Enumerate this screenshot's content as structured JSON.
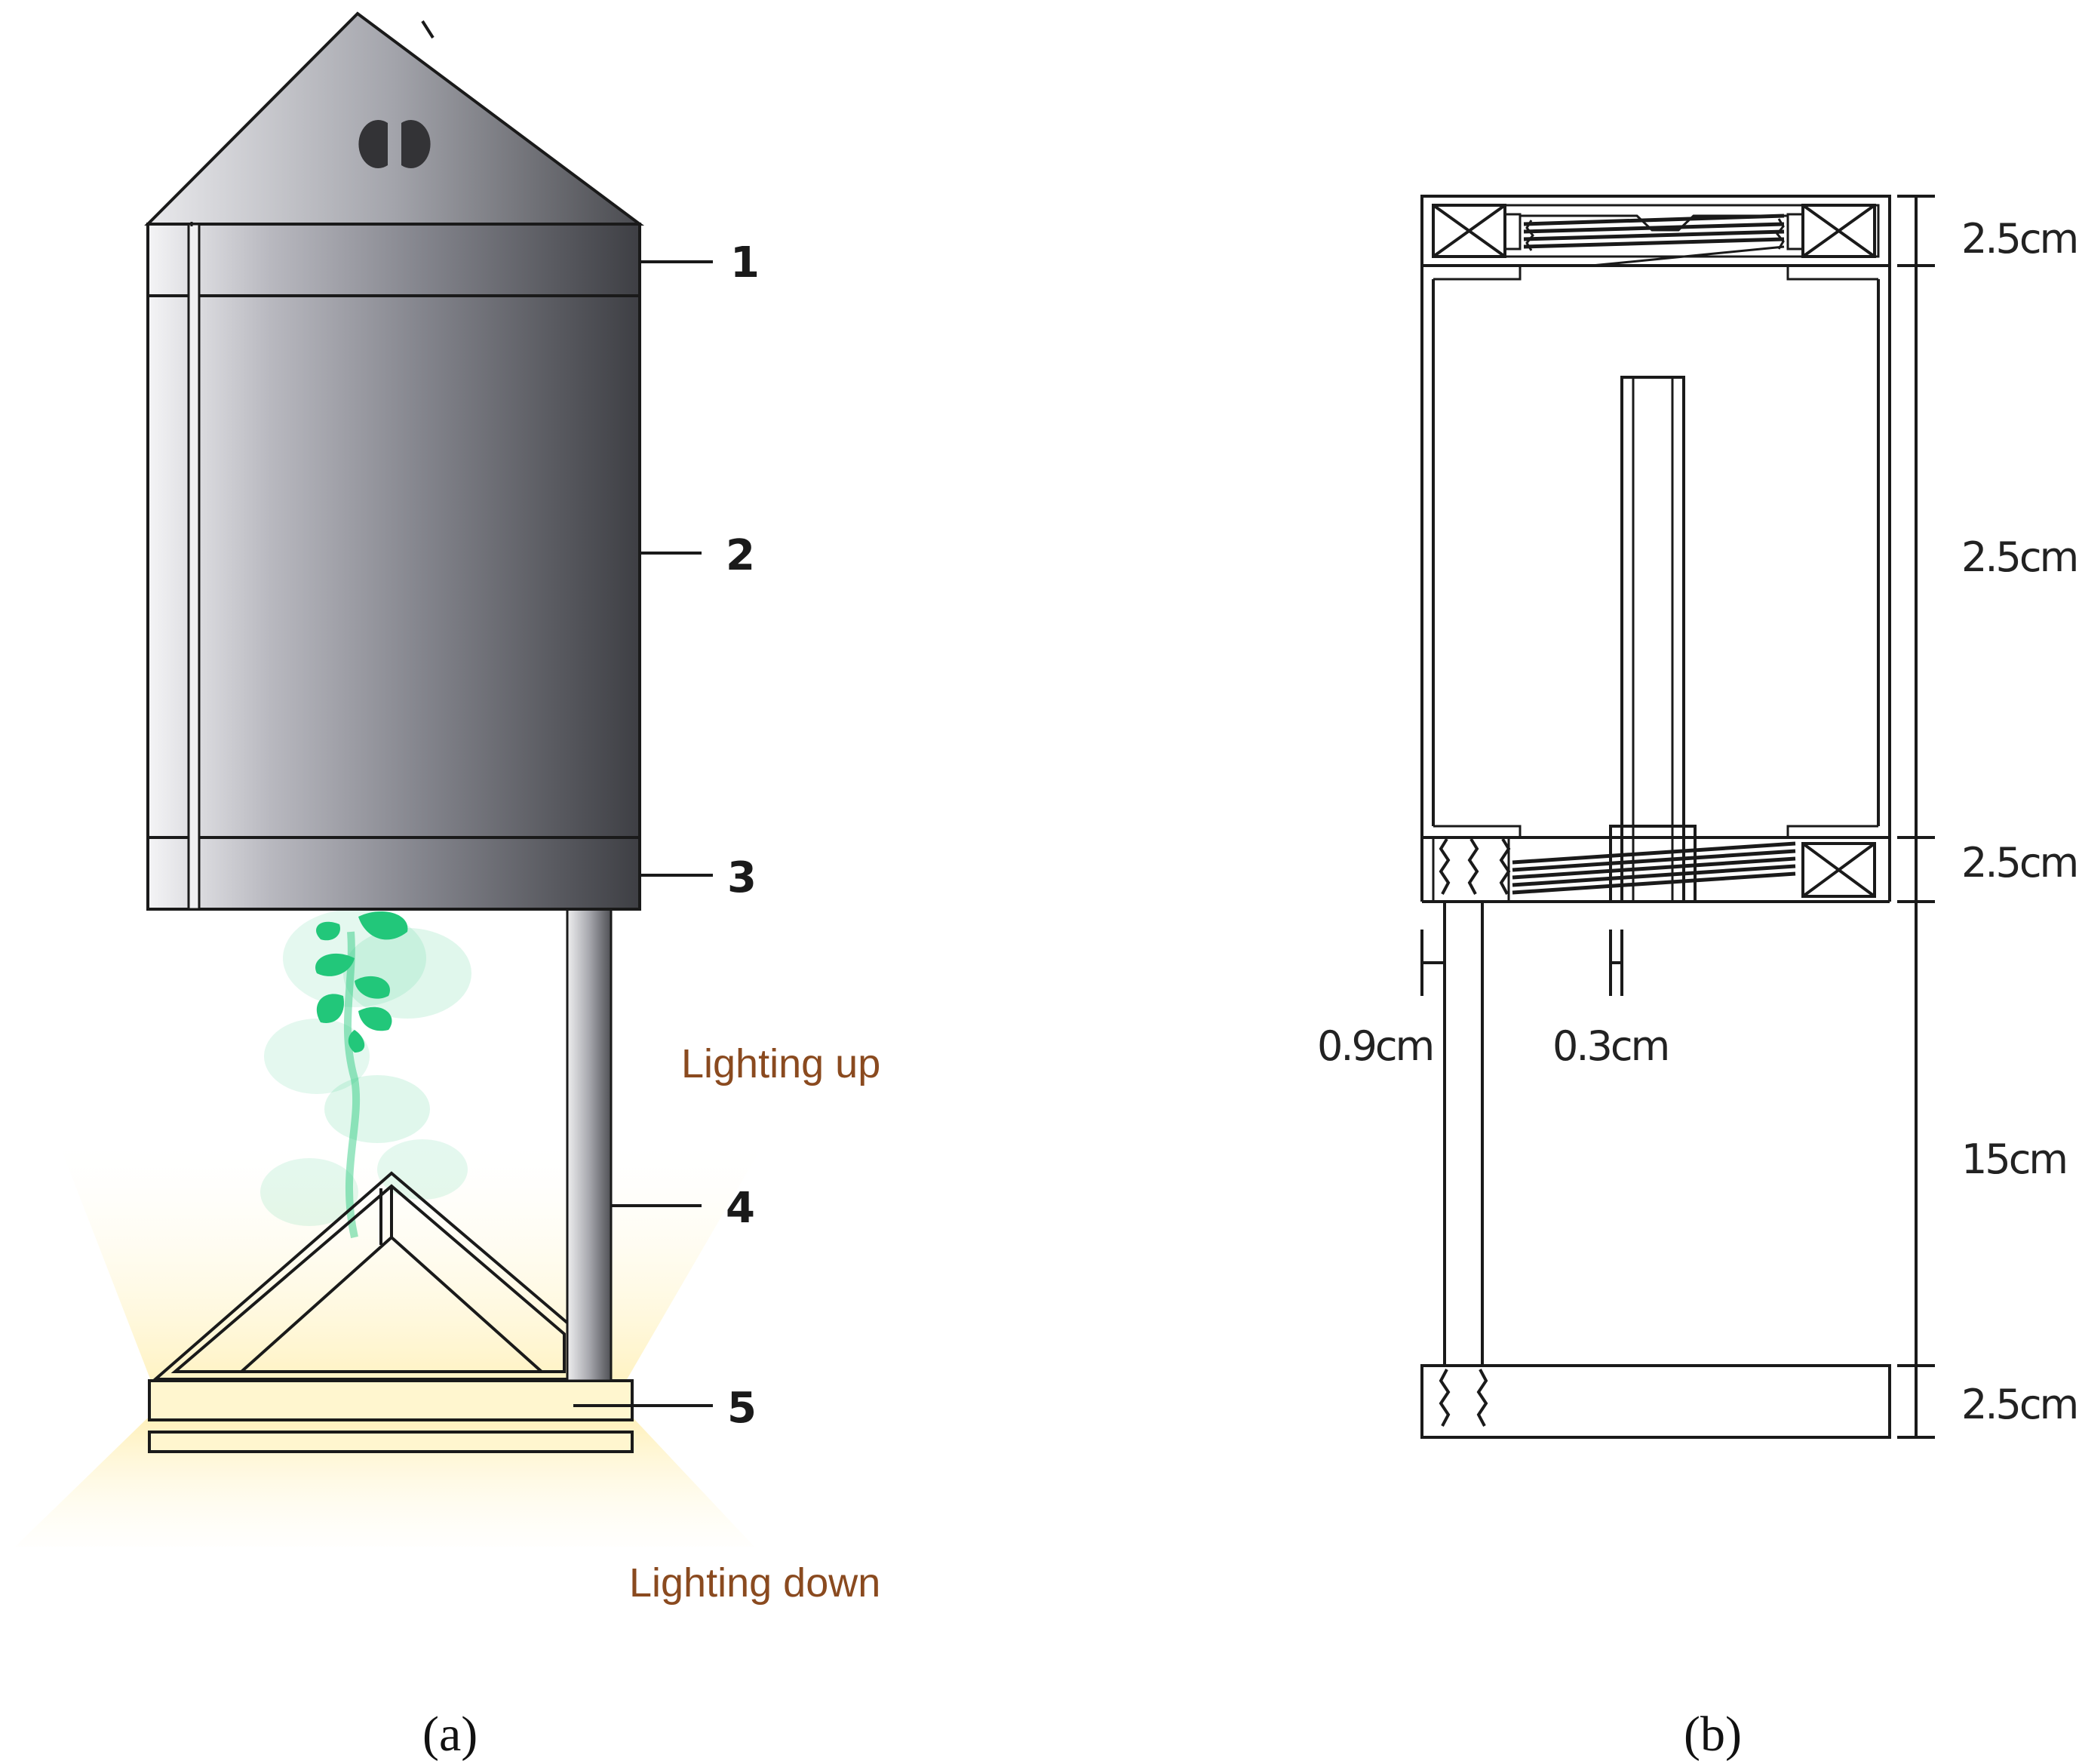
{
  "panel_a": {
    "callouts": [
      "1",
      "2",
      "3",
      "4",
      "5"
    ],
    "lighting_up": "Lighting up",
    "lighting_down": "Lighting down",
    "caption": "(a)",
    "colors": {
      "light_label": "#8a4a1f",
      "plant": "#22c77a",
      "glow": "#fff3c4"
    }
  },
  "panel_b": {
    "dims_right": [
      "2.5cm",
      "2.5cm",
      "2.5cm",
      "15cm",
      "2.5cm"
    ],
    "dim_wall": "0.9cm",
    "dim_rod": "0.3cm",
    "caption": "(b)"
  }
}
